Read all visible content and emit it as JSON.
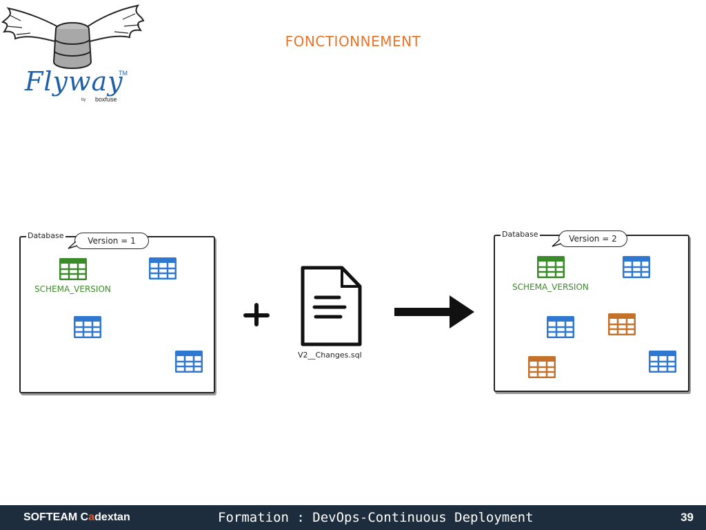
{
  "slide": {
    "title": "FONCTIONNEMENT"
  },
  "logo": {
    "word": "Flyway",
    "tm": "TM",
    "by": "by",
    "sub": "boxfuse"
  },
  "diagram": {
    "left_db": {
      "label": "Database",
      "version": "Version = 1",
      "schema": "SCHEMA_VERSION"
    },
    "right_db": {
      "label": "Database",
      "version": "Version = 2",
      "schema": "SCHEMA_VERSION"
    },
    "file": {
      "label": "V2__Changes.sql"
    },
    "colors": {
      "schema": "#3b8a2a",
      "existing": "#2e78d2",
      "new": "#c4712a"
    }
  },
  "footer": {
    "brand_a": "SOFTEAM ",
    "brand_b": "C",
    "brand_accent": "a",
    "brand_c": "dextan",
    "title": "Formation : DevOps-Continuous Deployment",
    "page": "39"
  }
}
